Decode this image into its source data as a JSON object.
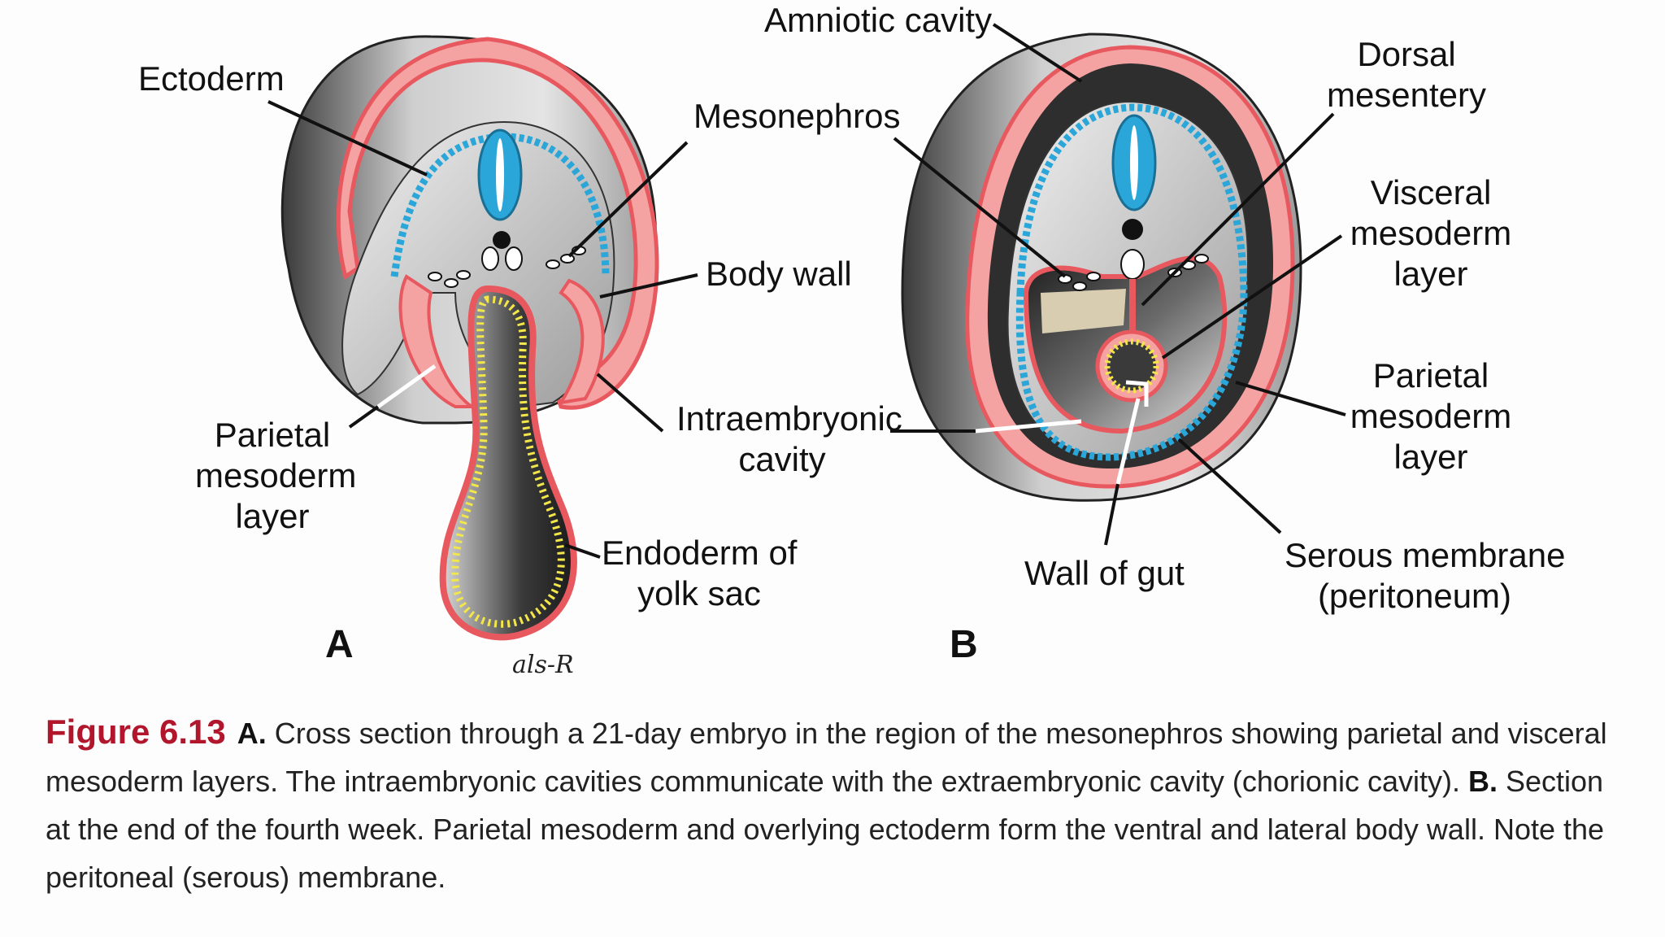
{
  "figure": {
    "labels": {
      "ectoderm": "Ectoderm",
      "mesonephros": "Mesonephros",
      "amniotic_cavity": "Amniotic cavity",
      "dorsal_mesentery": [
        "Dorsal",
        "mesentery"
      ],
      "body_wall": "Body wall",
      "visceral_mesoderm": [
        "Visceral",
        "mesoderm",
        "layer"
      ],
      "parietal_mesoderm_a": [
        "Parietal",
        "mesoderm",
        "layer"
      ],
      "intraembryonic_cavity": [
        "Intraembryonic",
        "cavity"
      ],
      "parietal_mesoderm_b": [
        "Parietal",
        "mesoderm",
        "layer"
      ],
      "endoderm_yolk_sac": [
        "Endoderm of",
        "yolk sac"
      ],
      "wall_of_gut": "Wall of gut",
      "serous_membrane": [
        "Serous membrane",
        "(peritoneum)"
      ]
    },
    "panel_a": "A",
    "panel_b": "B",
    "signature": "als-R",
    "colors": {
      "ectoderm_red": "#e8585f",
      "ectoderm_fill": "#f4a2a2",
      "neural_blue": "#2aa6d9",
      "endoderm_yellow": "#f2e64a",
      "tissue_gray": "#b7b7b7",
      "cavity_dark": "#2e2e2e"
    }
  },
  "caption": {
    "figure_number": "Figure 6.13",
    "a_label": "A.",
    "a_text": " Cross section through a 21-day embryo in the region of the mesonephros showing parietal and visceral mesoderm layers. The intraembryonic cavities communicate with the extraembryonic cavity (chorionic cavity). ",
    "b_label": "B.",
    "b_text": " Section at the end of the fourth week. Parietal mesoderm and overlying ectoderm form the ventral and lateral body wall. Note the peritoneal (serous) membrane."
  }
}
